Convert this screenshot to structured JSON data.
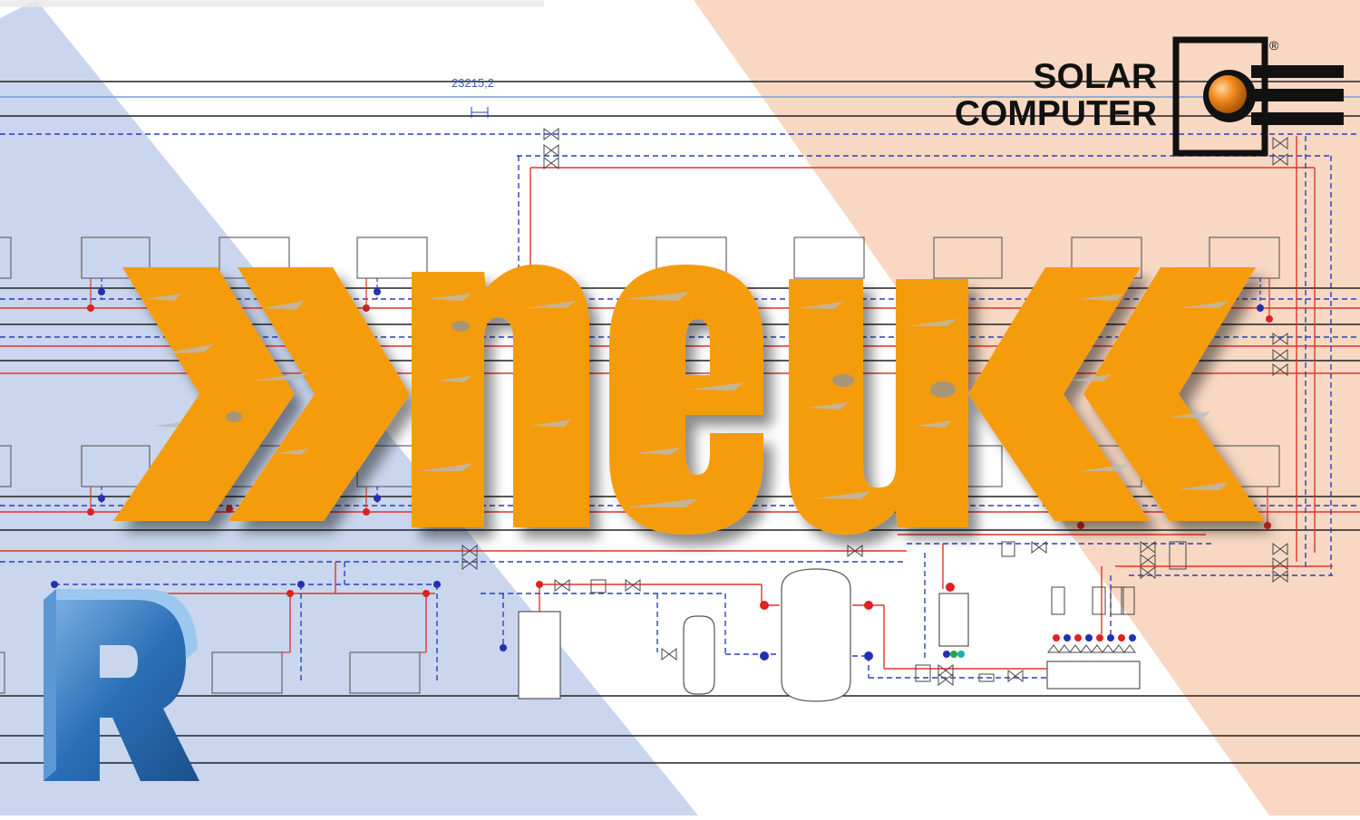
{
  "banner": {
    "headline": "neu",
    "headline_color": "#f59c0f",
    "dimension_label": "23215,2"
  },
  "brand": {
    "line1": "SOLAR",
    "line2": "COMPUTER",
    "registered": "®",
    "accent_color": "#ef7d1a"
  },
  "background": {
    "left_triangle_color": "#c9d6ee",
    "right_triangle_color": "#f8d8c3",
    "supply_line_color": "#e0352b",
    "return_line_color": "#2a3fbf"
  },
  "icons": {
    "app_logo": "revit-r-icon",
    "company_logo": "solar-computer-logo-icon",
    "open_chevrons": "double-chevron-right-icon",
    "close_chevrons": "double-chevron-left-icon"
  }
}
